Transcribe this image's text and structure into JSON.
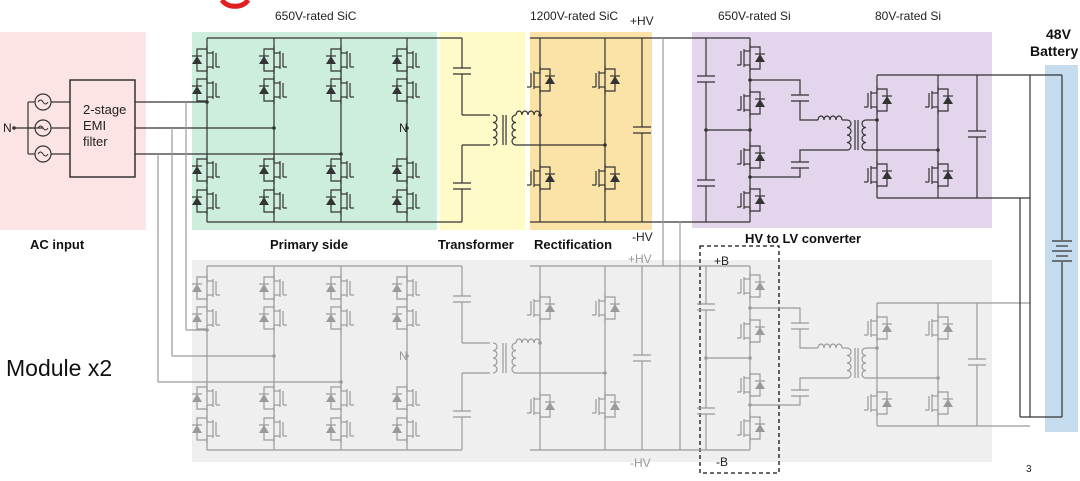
{
  "labels": {
    "primary_rating": "650V-rated SiC",
    "rect_rating": "1200V-rated SiC",
    "hv_plus": "+HV",
    "hv_minus": "-HV",
    "dcdc_rating": "650V-rated Si",
    "lv_rating": "80V-rated Si",
    "battery_line1": "48V",
    "battery_line2": "Battery",
    "emi_line1": "2-stage",
    "emi_line2": "EMI",
    "emi_line3": "filter",
    "neutral": "N",
    "ac_input": "AC input",
    "primary_side": "Primary side",
    "transformer": "Transformer",
    "rectification": "Rectification",
    "hv_to_lv": "HV to LV converter",
    "module2_hv_plus": "+HV",
    "module2_hv_minus": "-HV",
    "b_plus": "+B",
    "b_minus": "-B",
    "module_count": "Module x2",
    "page_number": "3"
  },
  "colors": {
    "ac_input": "#fde4e4",
    "primary_side": "#cdeedd",
    "transformer": "#fffbc8",
    "rectification": "#fbe3a8",
    "hv_to_lv": "#e3d5ec",
    "battery": "#c5dcef",
    "module2": "#efefef",
    "wire": "#333333",
    "wire_module2": "#9a9a9a",
    "accent": "#e02020"
  }
}
